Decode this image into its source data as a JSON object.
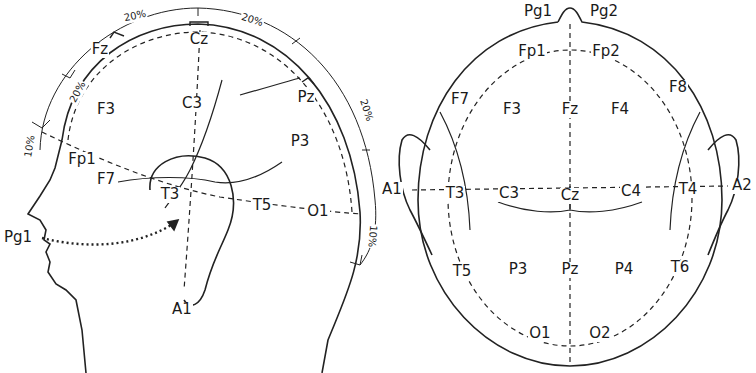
{
  "diagram": {
    "labels": [
      "20%",
      "20%",
      "20%",
      "20%",
      "10%",
      "10%",
      "Fz",
      "Cz",
      "Pz",
      "F3",
      "C3",
      "P3",
      "Fp1",
      "F7",
      "T3",
      "T5",
      "O1",
      "Pg1",
      "A1",
      "Pg1",
      "Pg2",
      "Fp1",
      "Fp2",
      "F7",
      "F3",
      "Fz",
      "F4",
      "F8",
      "A1",
      "T3",
      "C3",
      "Cz",
      "C4",
      "T4",
      "A2",
      "T5",
      "P3",
      "Pz",
      "P4",
      "T6",
      "O1",
      "O2"
    ]
  }
}
